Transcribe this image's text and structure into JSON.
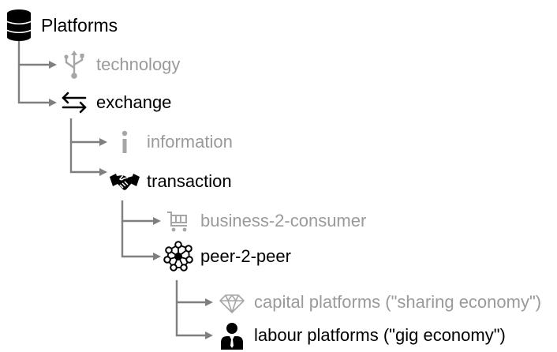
{
  "colors": {
    "active_text": "#000000",
    "muted_text": "#9a9a9a",
    "connector": "#7f7f7f",
    "active_icon": "#000000",
    "muted_icon": "#a6a6a6"
  },
  "tree": {
    "root": {
      "label": "Platforms",
      "icon": "database-icon",
      "state": "active"
    },
    "technology": {
      "label": "technology",
      "icon": "usb-icon",
      "state": "muted"
    },
    "exchange": {
      "label": "exchange",
      "icon": "exchange-arrows-icon",
      "state": "active"
    },
    "information": {
      "label": "information",
      "icon": "info-icon",
      "state": "muted"
    },
    "transaction": {
      "label": "transaction",
      "icon": "handshake-icon",
      "state": "active"
    },
    "business_2_consumer": {
      "label": "business-2-consumer",
      "icon": "shopping-cart-icon",
      "state": "muted"
    },
    "peer_2_peer": {
      "label": "peer-2-peer",
      "icon": "network-icon",
      "state": "active"
    },
    "capital_platforms": {
      "label": "capital platforms (\"sharing economy\")",
      "icon": "diamond-icon",
      "state": "muted"
    },
    "labour_platforms": {
      "label": "labour platforms (\"gig economy\")",
      "icon": "worker-icon",
      "state": "active"
    }
  }
}
